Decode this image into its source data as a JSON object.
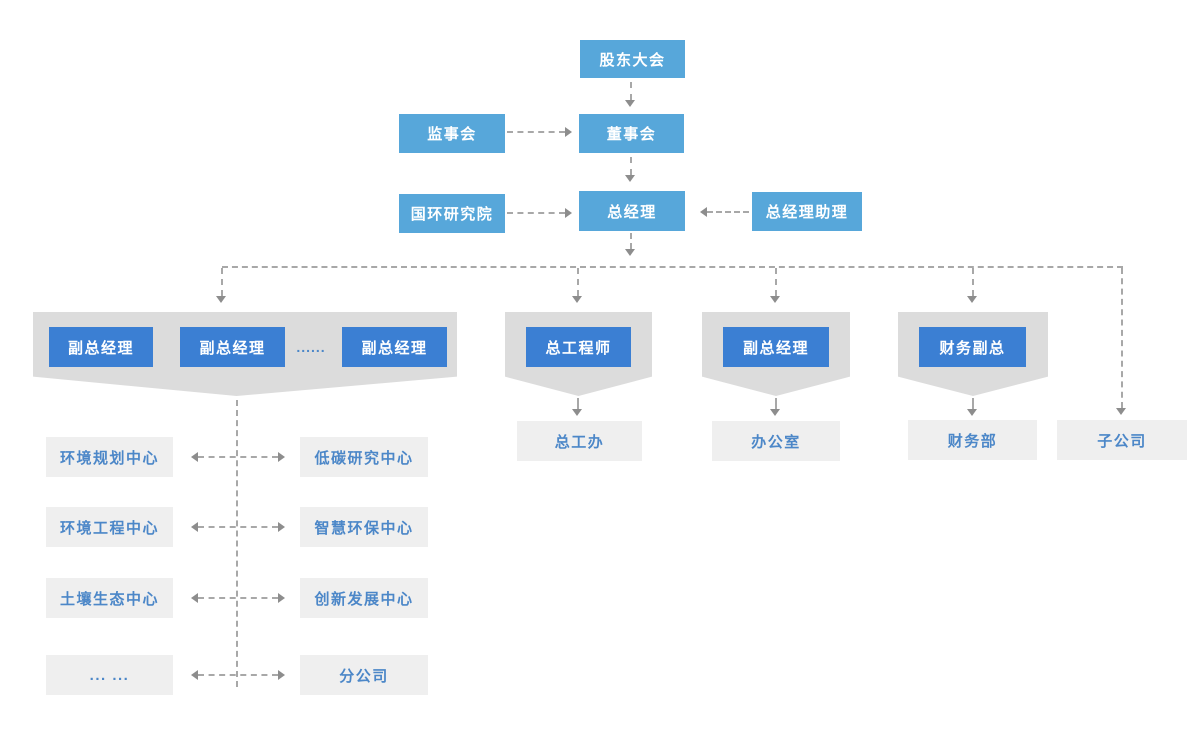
{
  "colors": {
    "primary_sky_blue": "#57a7da",
    "accent_strong_blue": "#3b7fd3",
    "banner_gray": "#dcdcdc",
    "tile_gray": "#efefef",
    "tile_text_blue": "#4c87c8",
    "connector_gray": "#a8a8a8",
    "arrowhead_gray": "#8d8d8d"
  },
  "nodes": {
    "shareholders_meeting": "股东大会",
    "supervisory_board": "监事会",
    "board_of_directors": "董事会",
    "research_institute": "国环研究院",
    "general_manager": "总经理",
    "gm_assistant": "总经理助理",
    "deputy_gm_1": "副总经理",
    "deputy_gm_2": "副总经理",
    "deputy_gm_ellipsis": "......",
    "deputy_gm_3": "副总经理",
    "chief_engineer": "总工程师",
    "deputy_gm_admin": "副总经理",
    "finance_vp": "财务副总",
    "chief_engineer_office": "总工办",
    "admin_office": "办公室",
    "finance_department": "财务部",
    "subsidiary_company": "子公司"
  },
  "centers": {
    "left": [
      "环境规划中心",
      "环境工程中心",
      "土壤生态中心",
      "... ..."
    ],
    "right": [
      "低碳研究中心",
      "智慧环保中心",
      "创新发展中心",
      "分公司"
    ]
  }
}
